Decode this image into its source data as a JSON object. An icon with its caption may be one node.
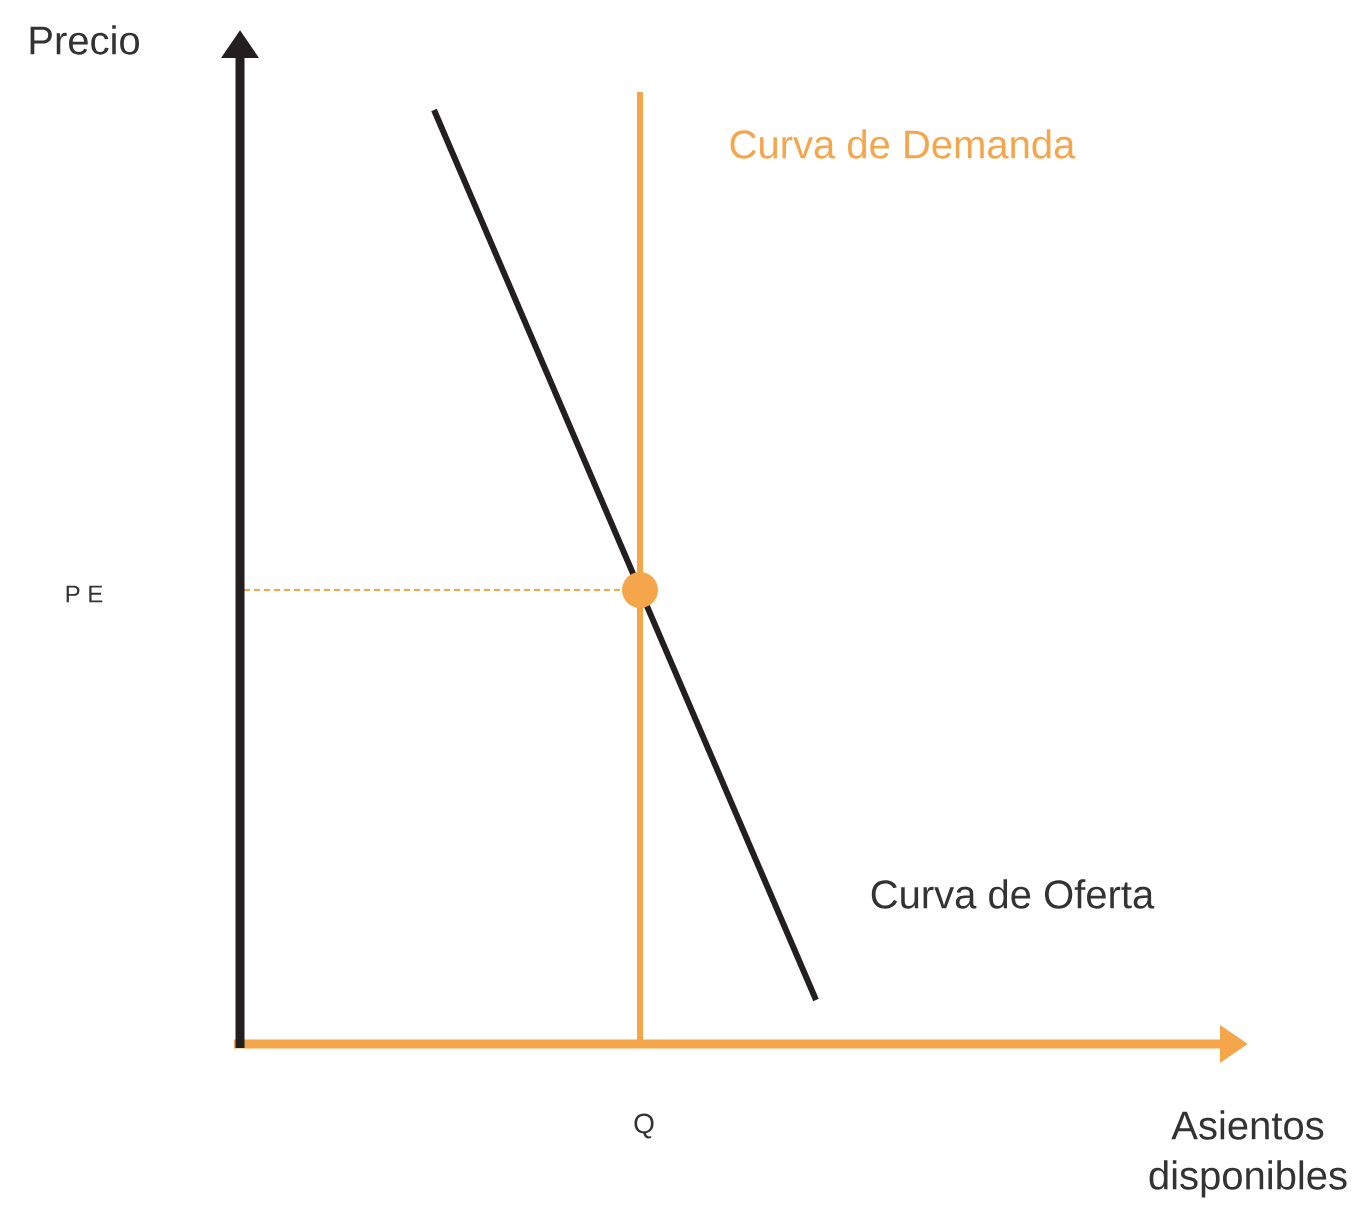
{
  "diagram": {
    "labels": [
      "Precio",
      "Curva de Demanda",
      "P E",
      "Curva de Oferta",
      "Q",
      "Asientos disponibles"
    ]
  }
}
